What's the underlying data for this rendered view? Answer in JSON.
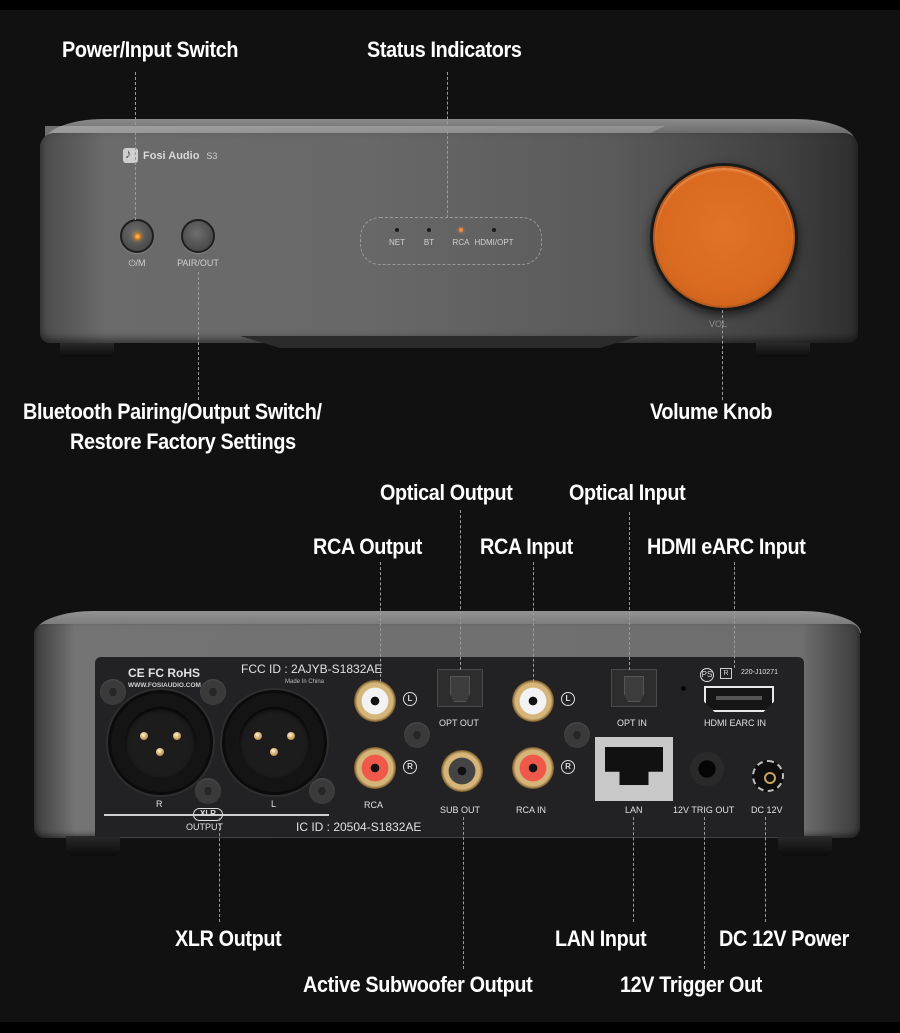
{
  "product": {
    "brand": "Fosi Audio",
    "model": "S3",
    "accent_color": "#d96a20"
  },
  "front_panel": {
    "callouts": {
      "power_input": "Power/Input Switch",
      "status_indicators": "Status Indicators",
      "bt_pairing_line1": "Bluetooth Pairing/Output Switch/",
      "bt_pairing_line2": "Restore Factory Settings",
      "volume_knob": "Volume Knob"
    },
    "buttons": {
      "power_label": "⏻/M",
      "pair_label": "PAIR/OUT"
    },
    "status_leds": [
      {
        "label": "NET",
        "on": false
      },
      {
        "label": "BT",
        "on": false
      },
      {
        "label": "RCA",
        "on": true
      },
      {
        "label": "HDMI/OPT",
        "on": false
      }
    ],
    "volume_label": "VOL"
  },
  "rear_panel": {
    "callouts": {
      "optical_output": "Optical Output",
      "optical_input": "Optical Input",
      "rca_output": "RCA Output",
      "rca_input": "RCA Input",
      "hdmi_earc_input": "HDMI eARC Input",
      "xlr_output": "XLR Output",
      "lan_input": "LAN Input",
      "dc_power": "DC 12V Power",
      "sub_output": "Active Subwoofer Output",
      "trigger_out": "12V Trigger Out"
    },
    "certifications": "CE FC RoHS",
    "website": "WWW.FOSIAUDIO.COM",
    "fcc_id": "FCC ID : 2AJYB-S1832AE",
    "made_in": "Made In China",
    "ic_id": "IC ID : 20504-S1832AE",
    "kc_code": "220-J10271",
    "kc_r": "R",
    "pse": "PS",
    "port_labels": {
      "xlr_r": "R",
      "xlr_l": "L",
      "xlr_badge": "XLR",
      "xlr_output": "OUTPUT",
      "rca": "RCA",
      "opt_out": "OPT OUT",
      "sub_out": "SUB OUT",
      "rca_in": "RCA IN",
      "opt_in": "OPT IN",
      "hdmi": "HDMI EARC IN",
      "lan": "LAN",
      "trig": "12V TRIG OUT",
      "dc": "DC 12V",
      "left": "L",
      "right": "R"
    }
  }
}
